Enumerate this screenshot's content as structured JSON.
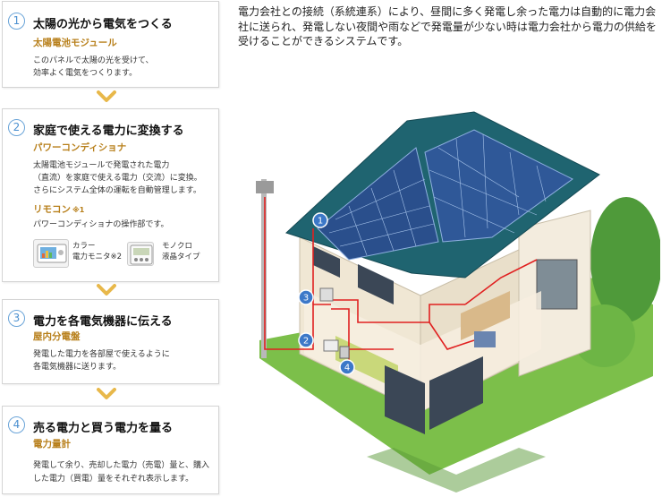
{
  "intro": "電力会社との接続（系統連系）により、昼間に多く発電し余った電力は自動的に電力会社に送られ、発電しない夜間や雨などで発電量が少ない時は電力会社から電力の供給を受けることができるシステムです。",
  "steps": [
    {
      "num": "1",
      "title": "太陽の光から電気をつくる",
      "subtitle": "太陽電池モジュール",
      "desc": [
        "このパネルで太陽の光を受けて、",
        "効率よく電気をつくります。"
      ]
    },
    {
      "num": "2",
      "title": "家庭で使える電力に変換する",
      "subtitle": "パワーコンディショナ",
      "desc": [
        "太陽電池モジュールで発電された電力",
        "（直流）を家庭で使える電力（交流）に変換。",
        "さらにシステム全体の運転を自動管理します。"
      ],
      "remote_title": "リモコン",
      "remote_note": "※1",
      "remote_desc": "パワーコンディショナの操作部です。",
      "remote_items": [
        {
          "line1": "カラー",
          "line2": "電力モニタ※2"
        },
        {
          "line1": "モノクロ",
          "line2": "液晶タイプ"
        }
      ]
    },
    {
      "num": "3",
      "title": "電力を各電気機器に伝える",
      "subtitle": "屋内分電盤",
      "desc": [
        "発電した電力を各部屋で使えるように",
        "各電気機器に送ります。"
      ]
    },
    {
      "num": "4",
      "title": "売る電力と買う電力を量る",
      "subtitle": "電力量計",
      "desc": [
        "発電して余り、売却した電力（売電）量と、購入",
        "した電力（買電）量をそれぞれ表示します。"
      ]
    }
  ],
  "badges": [
    "1",
    "2",
    "3",
    "4"
  ],
  "colors": {
    "accent_blue": "#4a8fd0",
    "subtitle_gold": "#b8801c",
    "arrow_gold": "#e8b84a",
    "wire_red": "#e02020",
    "roof_teal": "#1f6470",
    "panel_blue": "#2a4f8c"
  }
}
